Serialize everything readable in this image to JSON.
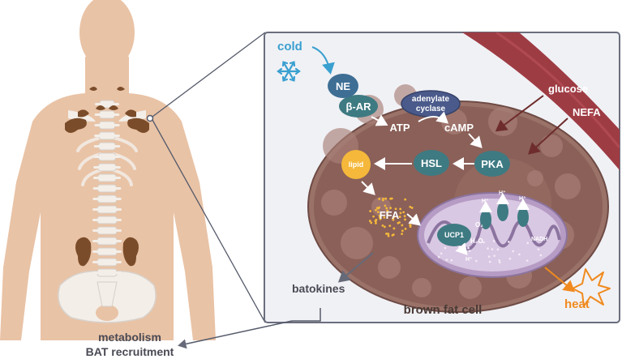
{
  "labels": {
    "cold": "cold",
    "ne": "NE",
    "bar": "β-AR",
    "adenylate_line1": "adenylate",
    "adenylate_line2": "cyclase",
    "atp": "ATP",
    "camp": "cAMP",
    "pka": "PKA",
    "hsl": "HSL",
    "lipid": "lipid",
    "ffa": "FFA",
    "ucp1": "UCP1",
    "o2": "O₂",
    "h2o": "H₂O",
    "nadh": "NADH",
    "h_plus": "H⁺",
    "glucose": "glucose",
    "nefa": "NEFA",
    "batokines": "batokines",
    "brown_fat_cell": "brown fat cell",
    "heat": "heat",
    "metabolism": "metabolism",
    "bat_recruitment": "BAT recruitment"
  },
  "colors": {
    "cold": "#3aa0d0",
    "heat": "#f08a1e",
    "cell": "#8a6058",
    "vessel": "#9e3c44",
    "protein": "#3e7a82",
    "lipid": "#f5b83a",
    "mito": "#b69cc4",
    "body": "#e9c3a6",
    "bat": "#7a4c2a"
  },
  "icons": [
    "snowflake-icon",
    "heat-burst-icon"
  ]
}
